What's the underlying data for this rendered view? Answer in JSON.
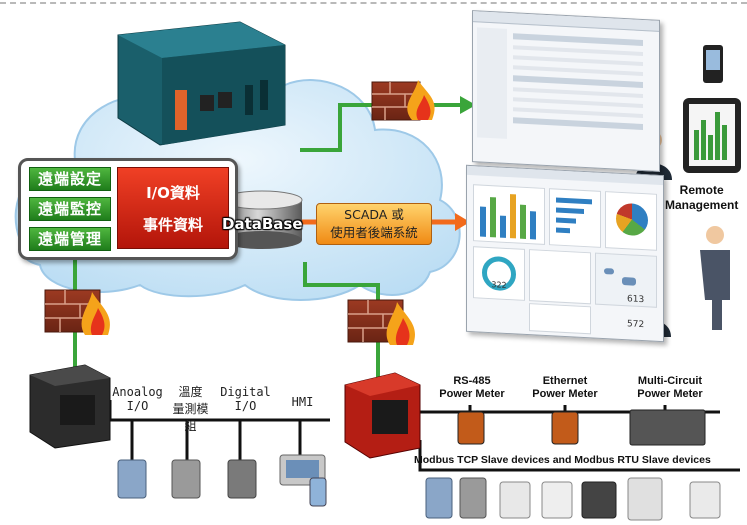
{
  "panel": {
    "left_buttons": [
      "遠端設定",
      "遠端監控",
      "遠端管理"
    ],
    "red_box": [
      "I/O資料",
      "事件資料"
    ]
  },
  "database": {
    "label": "DataBase"
  },
  "scada": {
    "line1": "SCADA 或",
    "line2": "使用者後端系統"
  },
  "remote": {
    "line1": "Remote",
    "line2": "Management"
  },
  "labels": {
    "analog": [
      "Anoalog",
      "I/O"
    ],
    "temp": [
      "溫度",
      "量測模組"
    ],
    "digital": [
      "Digital",
      "I/O"
    ],
    "hmi": "HMI"
  },
  "meters": {
    "rs485": [
      "RS-485",
      "Power Meter"
    ],
    "ethernet": [
      "Ethernet",
      "Power Meter"
    ],
    "multi": [
      "Multi-Circuit",
      "Power Meter"
    ]
  },
  "modbus_text": "Modbus TCP Slave devices and Modbus RTU Slave devices",
  "dashboard_values": {
    "gauge_value": "322",
    "kpi_value": "613",
    "kpi2_value": "572"
  },
  "colors": {
    "cloud": "#cfe7f7",
    "green_line": "#3aa53a",
    "panel_green": "#2e9a28",
    "panel_red": "#d4230f",
    "arrow_orange": "#f26a1b"
  }
}
